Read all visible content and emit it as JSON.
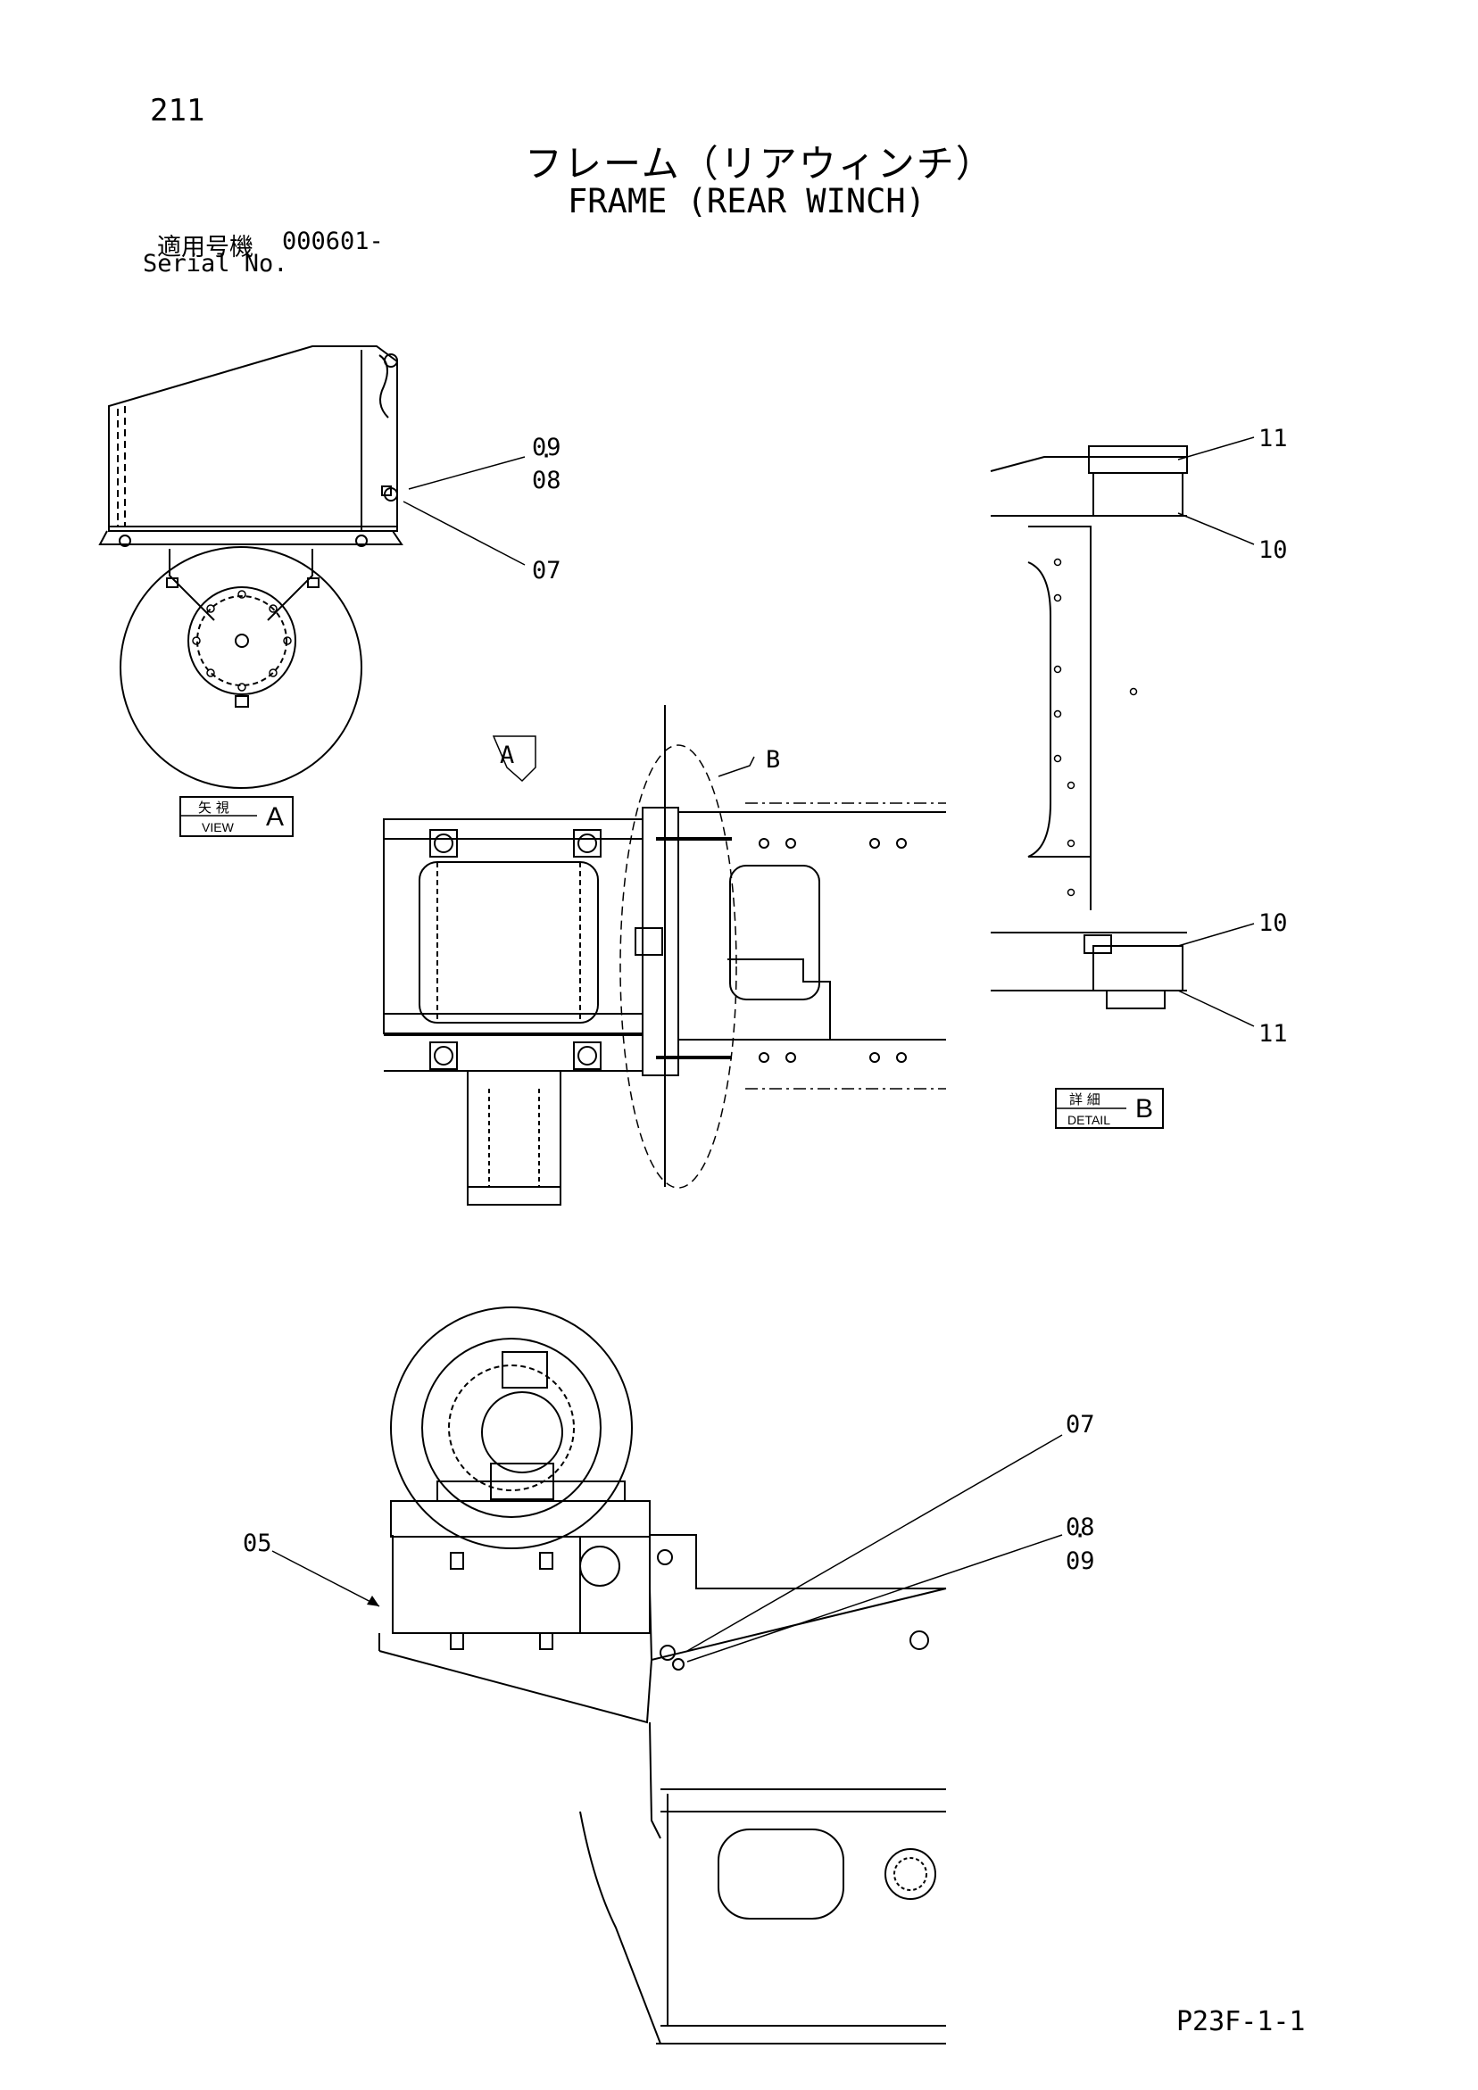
{
  "header": {
    "page_number": "211",
    "title_jp": "フレーム（リアウィンチ）",
    "title_en": "FRAME (REAR WINCH)",
    "serial_label_jp": "適用号機",
    "serial_value": "000601-",
    "serial_label_en": "Serial No."
  },
  "views": {
    "view_a": {
      "label_jp": "矢 視",
      "label_en": "VIEW",
      "letter": "A"
    },
    "detail_b": {
      "label_jp": "詳 細",
      "label_en": "DETAIL",
      "letter": "B"
    },
    "arrow_a": "A",
    "arrow_b": "B"
  },
  "callouts": {
    "top_left": [
      "09",
      "08",
      "07"
    ],
    "detail_right": [
      "11",
      "10",
      "10",
      "11"
    ],
    "bottom": [
      "07",
      "08",
      "09",
      "05"
    ]
  },
  "footer": {
    "doc_code": "P23F-1-1"
  }
}
